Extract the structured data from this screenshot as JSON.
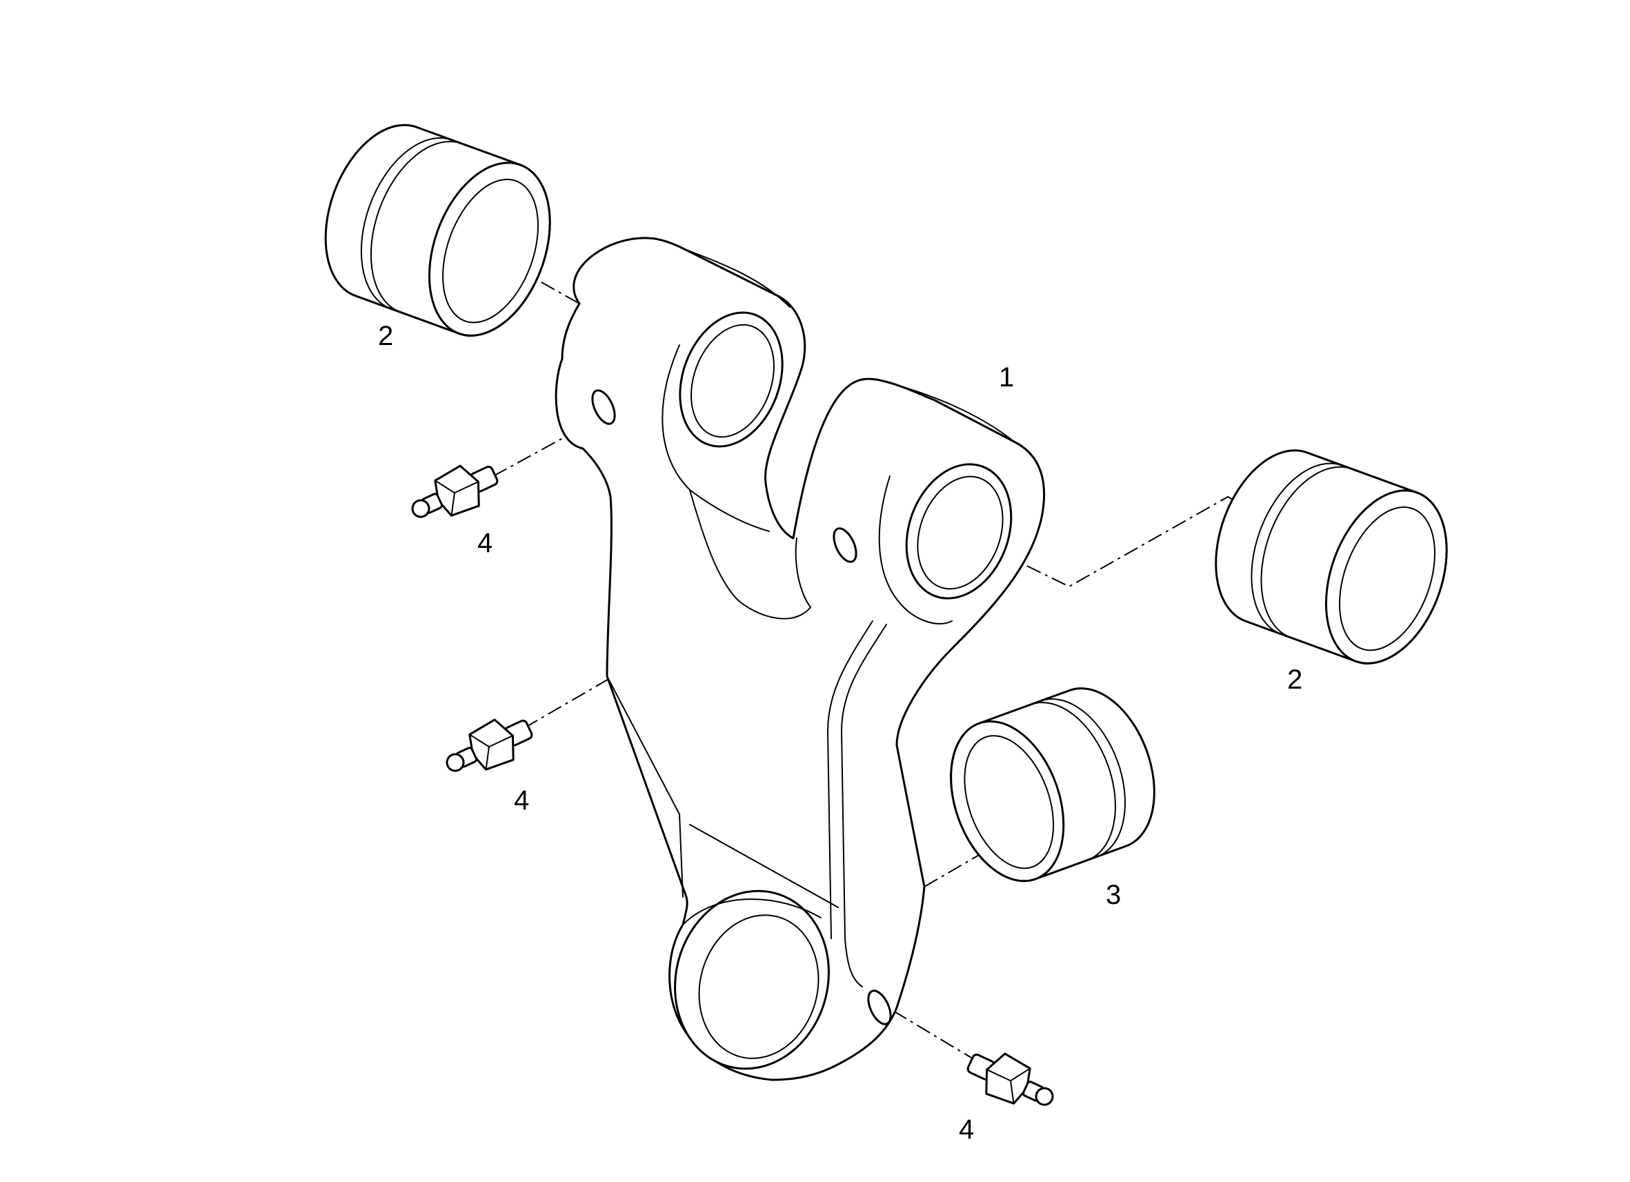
{
  "callouts": [
    {
      "id": "part-1",
      "text": "1"
    },
    {
      "id": "bushing-top-left",
      "text": "2"
    },
    {
      "id": "bushing-right",
      "text": "2"
    },
    {
      "id": "bushing-lower",
      "text": "3"
    },
    {
      "id": "fitting-upper-left",
      "text": "4"
    },
    {
      "id": "fitting-middle-left",
      "text": "4"
    },
    {
      "id": "fitting-bottom",
      "text": "4"
    }
  ]
}
